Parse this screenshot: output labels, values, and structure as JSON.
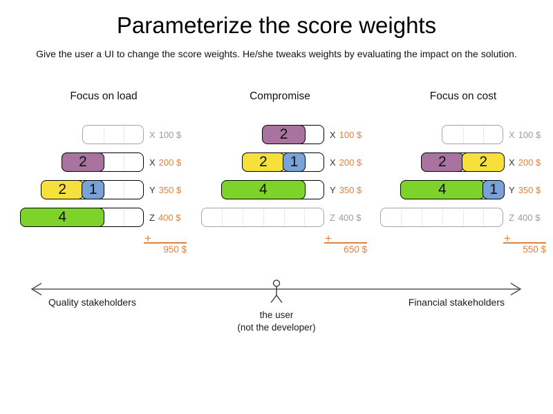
{
  "slide": {
    "title": "Parameterize the score weights",
    "subtitle": "Give the user a UI to change the score weights. He/she tweaks weights by evaluating the impact on the solution."
  },
  "colors": {
    "purple": "#a8739e",
    "yellow": "#f5e03c",
    "blue": "#78a2d8",
    "green": "#7ed32b",
    "orange": "#e0813c",
    "text": "#1a1a1a",
    "active_letter": "#333333",
    "inactive_text": "#9b9b9b",
    "bar_border": "#000000",
    "inactive_border": "#a4a4a4",
    "divider": "#e8e8e8",
    "arrow": "#7f7f7f",
    "figure": "#2b2b2b"
  },
  "plus_sign": "+",
  "panels": [
    {
      "name": "focus-on-load",
      "title": "Focus on load",
      "total": "950 $",
      "rows": [
        {
          "letter": "X",
          "amount": "100 $",
          "cells": 3,
          "active": false,
          "segments": []
        },
        {
          "letter": "X",
          "amount": "200 $",
          "cells": 4,
          "active": true,
          "segments": [
            {
              "value": "2",
              "span": 2,
              "color": "purple"
            }
          ]
        },
        {
          "letter": "Y",
          "amount": "350 $",
          "cells": 5,
          "active": true,
          "segments": [
            {
              "value": "2",
              "span": 2,
              "color": "yellow"
            },
            {
              "value": "1",
              "span": 1,
              "color": "blue"
            }
          ]
        },
        {
          "letter": "Z",
          "amount": "400 $",
          "cells": 6,
          "active": true,
          "segments": [
            {
              "value": "4",
              "span": 4,
              "color": "green"
            }
          ]
        }
      ]
    },
    {
      "name": "compromise",
      "title": "Compromise",
      "total": "650 $",
      "rows": [
        {
          "letter": "X",
          "amount": "100 $",
          "cells": 3,
          "active": true,
          "segments": [
            {
              "value": "2",
              "span": 2,
              "color": "purple"
            }
          ]
        },
        {
          "letter": "X",
          "amount": "200 $",
          "cells": 4,
          "active": true,
          "segments": [
            {
              "value": "2",
              "span": 2,
              "color": "yellow"
            },
            {
              "value": "1",
              "span": 1,
              "color": "blue"
            }
          ]
        },
        {
          "letter": "Y",
          "amount": "350 $",
          "cells": 5,
          "active": true,
          "segments": [
            {
              "value": "4",
              "span": 4,
              "color": "green"
            }
          ]
        },
        {
          "letter": "Z",
          "amount": "400 $",
          "cells": 6,
          "active": false,
          "segments": []
        }
      ]
    },
    {
      "name": "focus-on-cost",
      "title": "Focus on cost",
      "total": "550 $",
      "rows": [
        {
          "letter": "X",
          "amount": "100 $",
          "cells": 3,
          "active": false,
          "segments": []
        },
        {
          "letter": "X",
          "amount": "200 $",
          "cells": 4,
          "active": true,
          "segments": [
            {
              "value": "2",
              "span": 2,
              "color": "purple"
            },
            {
              "value": "2",
              "span": 2,
              "color": "yellow"
            }
          ]
        },
        {
          "letter": "Y",
          "amount": "350 $",
          "cells": 5,
          "active": true,
          "segments": [
            {
              "value": "4",
              "span": 4,
              "color": "green"
            },
            {
              "value": "1",
              "span": 1,
              "color": "blue"
            }
          ]
        },
        {
          "letter": "Z",
          "amount": "400 $",
          "cells": 6,
          "active": false,
          "segments": []
        }
      ]
    }
  ],
  "footer": {
    "left_label": "Quality stakeholders",
    "right_label": "Financial stakeholders",
    "center_label_line1": "the user",
    "center_label_line2": "(not the developer)"
  }
}
